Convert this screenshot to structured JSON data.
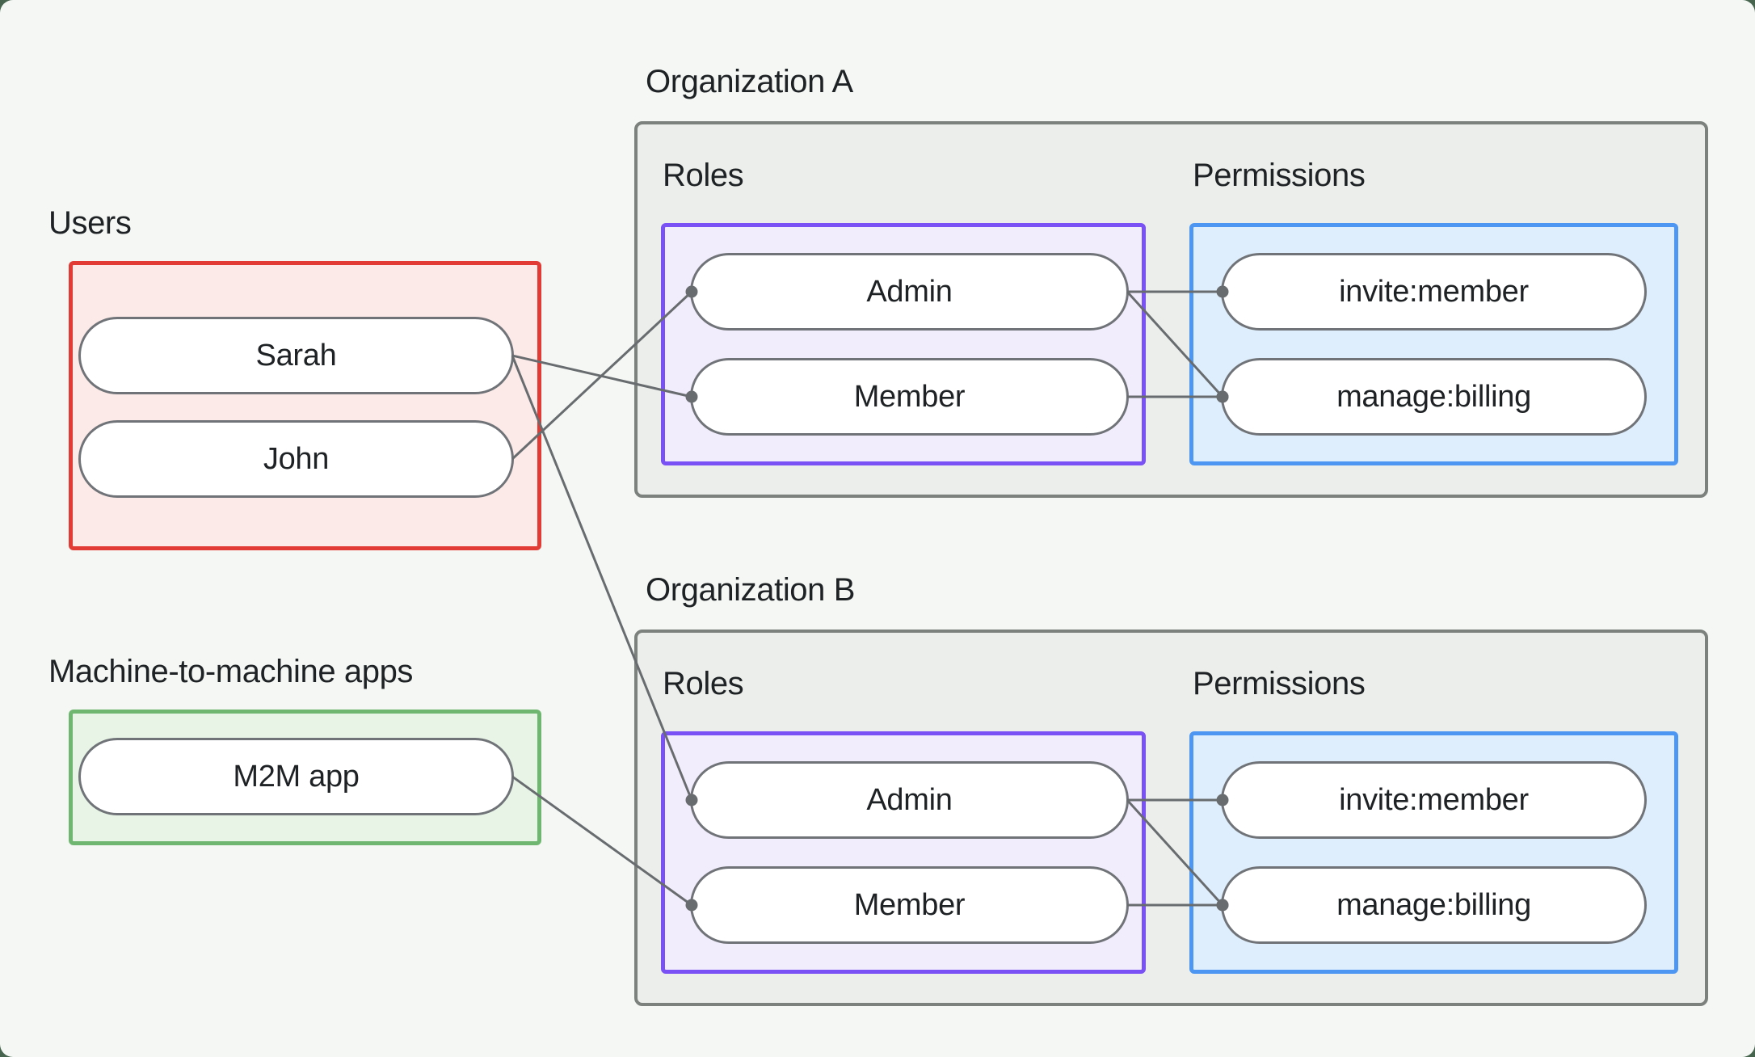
{
  "users_group": {
    "label": "Users",
    "items": [
      {
        "id": "sarah",
        "label": "Sarah"
      },
      {
        "id": "john",
        "label": "John"
      }
    ]
  },
  "m2m_group": {
    "label": "Machine-to-machine apps",
    "items": [
      {
        "id": "m2m-app",
        "label": "M2M app"
      }
    ]
  },
  "organizations": [
    {
      "id": "orgA",
      "title": "Organization A",
      "roles_label": "Roles",
      "permissions_label": "Permissions",
      "roles": [
        {
          "id": "orgA-admin",
          "label": "Admin"
        },
        {
          "id": "orgA-member",
          "label": "Member"
        }
      ],
      "permissions": [
        {
          "id": "orgA-invite",
          "label": "invite:member"
        },
        {
          "id": "orgA-manage",
          "label": "manage:billing"
        }
      ]
    },
    {
      "id": "orgB",
      "title": "Organization B",
      "roles_label": "Roles",
      "permissions_label": "Permissions",
      "roles": [
        {
          "id": "orgB-admin",
          "label": "Admin"
        },
        {
          "id": "orgB-member",
          "label": "Member"
        }
      ],
      "permissions": [
        {
          "id": "orgB-invite",
          "label": "invite:member"
        },
        {
          "id": "orgB-manage",
          "label": "manage:billing"
        }
      ]
    }
  ],
  "connections": [
    {
      "from": "sarah",
      "to": "orgA-member"
    },
    {
      "from": "john",
      "to": "orgA-admin"
    },
    {
      "from": "sarah",
      "to": "orgB-admin"
    },
    {
      "from": "m2m-app",
      "to": "orgB-member"
    },
    {
      "from": "orgA-admin",
      "to": "orgA-invite"
    },
    {
      "from": "orgA-admin",
      "to": "orgA-manage"
    },
    {
      "from": "orgA-member",
      "to": "orgA-manage"
    },
    {
      "from": "orgB-admin",
      "to": "orgB-invite"
    },
    {
      "from": "orgB-admin",
      "to": "orgB-manage"
    },
    {
      "from": "orgB-member",
      "to": "orgB-manage"
    }
  ],
  "colors": {
    "page_bg": "#47654E",
    "card_bg": "#F4F7F4",
    "users_border": "#E23A34",
    "users_fill": "#FCEAE8",
    "m2m_border": "#6FB671",
    "m2m_fill": "#E7F4E6",
    "org_border": "#7D817D",
    "org_fill": "#ECEEEB",
    "roles_border": "#7A51F5",
    "roles_fill": "#F2EDFC",
    "permissions_border": "#4D97F3",
    "permissions_fill": "#DFEEFC",
    "pill_border": "#707478",
    "connector": "#686C6F",
    "text": "#1F2224"
  }
}
